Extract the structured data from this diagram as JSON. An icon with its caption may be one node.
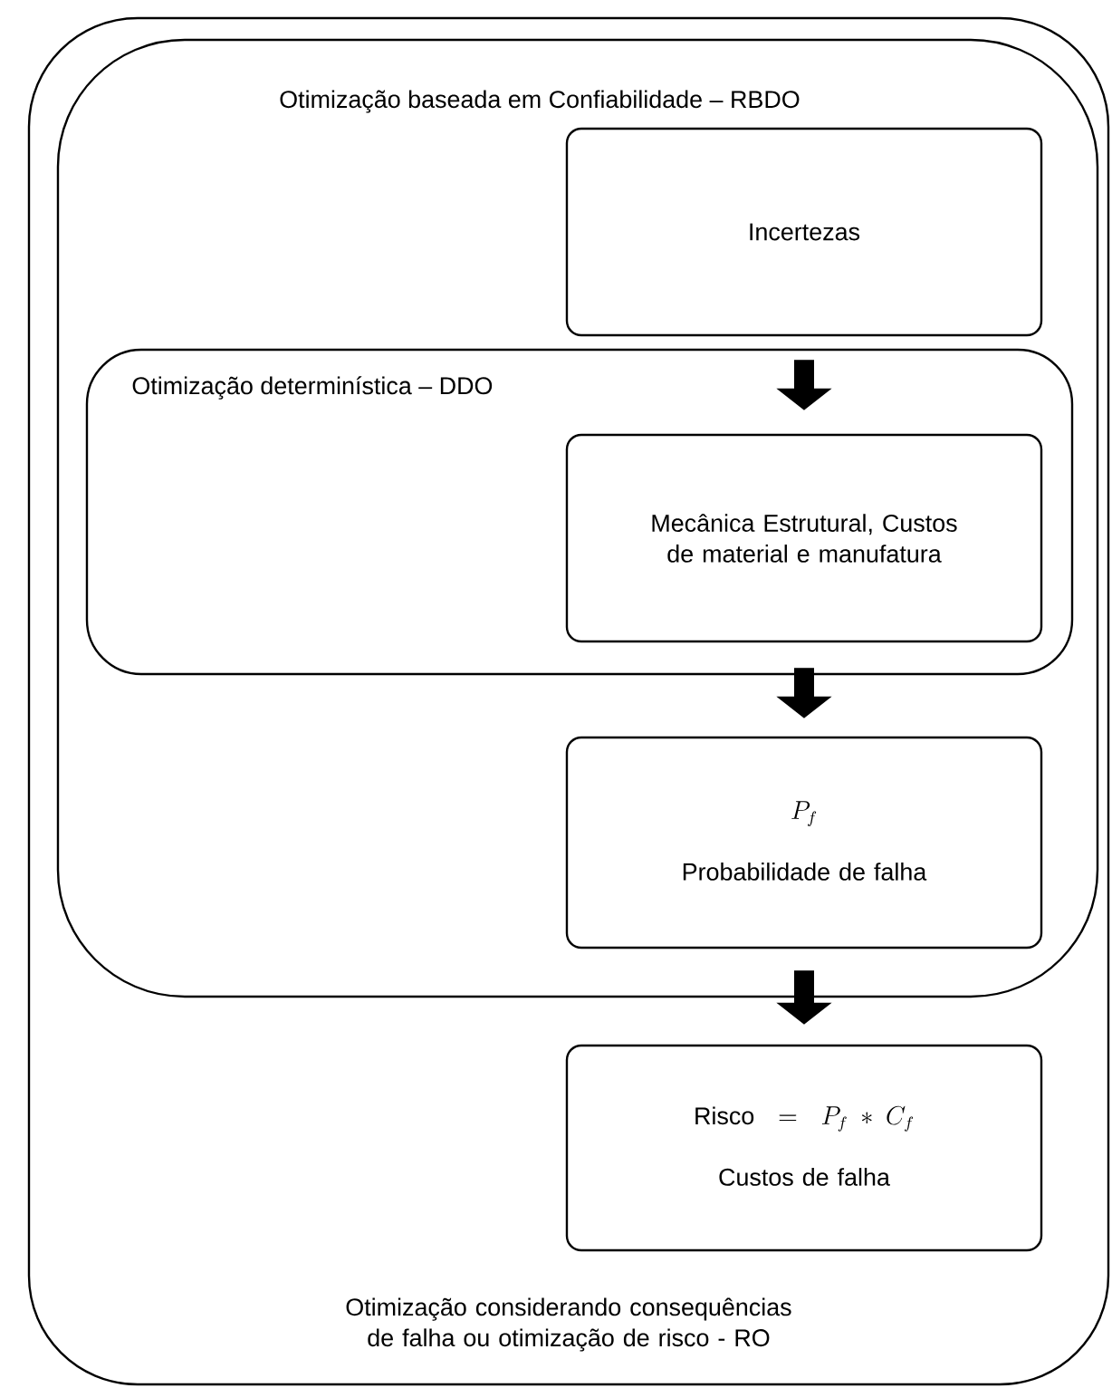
{
  "diagram": {
    "nodes": [
      {
        "text": [
          "Otimização considerando consequências de falha ou otimização de risco - RO"
        ]
      },
      {
        "text": [
          "Otimização baseada em Confiabilidade – RBDO"
        ],
        "in": 0
      },
      {
        "text": [
          "Incertezas"
        ],
        "in": 1
      },
      {
        "text": [
          "Otimização determinística – DDO"
        ],
        "in": 1
      },
      {
        "text": [
          "Mecânica Estrutural, Custos de material e manufatura"
        ],
        "in": 3
      },
      {
        "text": [
          "P_f",
          "Probabilidade de falha"
        ],
        "in": 1
      },
      {
        "text": [
          "\\text{Risco} = P_f * C_f",
          "Custos de falha"
        ],
        "in": 0
      }
    ],
    "edges": [
      {
        "from": 2,
        "to": 4,
        "arrow": "to"
      },
      {
        "from": 4,
        "to": 5,
        "arrow": "to"
      },
      {
        "from": 5,
        "to": 6,
        "arrow": "to"
      }
    ]
  }
}
